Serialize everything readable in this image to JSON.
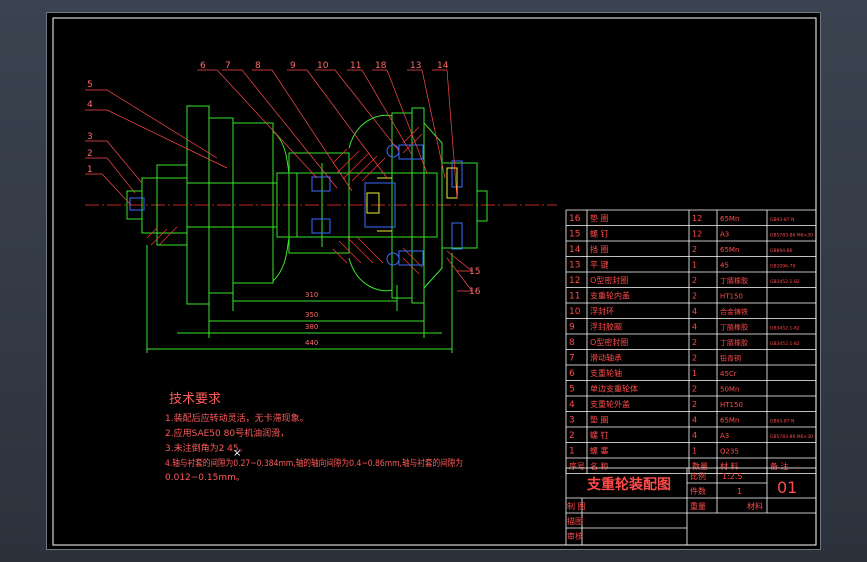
{
  "balloons": [
    "1",
    "2",
    "3",
    "4",
    "5",
    "6",
    "7",
    "8",
    "9",
    "10",
    "11",
    "18",
    "13",
    "14",
    "15",
    "16"
  ],
  "dimensions": [
    "310",
    "350",
    "380",
    "440"
  ],
  "requirements": {
    "heading": "技术要求",
    "lines": [
      "1.装配后应转动灵活，无卡滞现象。",
      "2.应用SAE50 80号机油润滑，",
      "3.未注倒角为2 45。",
      "4.轴与衬套的间隙为0.27~0.384mm,轴的轴向间隙为0.4~0.86mm,轴与衬套的间隙为",
      "0.012~0.15mm。"
    ]
  },
  "parts": [
    {
      "no": "16",
      "name": "垫  圈",
      "qty": "12",
      "mat": "65Mn",
      "note": "GB93-87 N"
    },
    {
      "no": "15",
      "name": "螺  钉",
      "qty": "12",
      "mat": "A3",
      "note": "GB5783-86 M6×30"
    },
    {
      "no": "14",
      "name": "挡  圈",
      "qty": "2",
      "mat": "65Mn",
      "note": "GB894-86"
    },
    {
      "no": "13",
      "name": "平  键",
      "qty": "1",
      "mat": "45",
      "note": "GB1096-79"
    },
    {
      "no": "12",
      "name": "O型密封圈",
      "qty": "2",
      "mat": "丁腈橡胶",
      "note": "GB3452.1-82"
    },
    {
      "no": "11",
      "name": "支重轮内盖",
      "qty": "2",
      "mat": "HT150",
      "note": ""
    },
    {
      "no": "10",
      "name": "浮封环",
      "qty": "4",
      "mat": "合金铸铁",
      "note": ""
    },
    {
      "no": "9",
      "name": "浮封胶圈",
      "qty": "4",
      "mat": "丁腈橡胶",
      "note": "GB3452.1-82"
    },
    {
      "no": "8",
      "name": "O型密封圈",
      "qty": "2",
      "mat": "丁腈橡胶",
      "note": "GB3452.1-82"
    },
    {
      "no": "7",
      "name": "滑动轴承",
      "qty": "2",
      "mat": "铅青铜",
      "note": ""
    },
    {
      "no": "6",
      "name": "支重轮轴",
      "qty": "1",
      "mat": "45Cr",
      "note": ""
    },
    {
      "no": "5",
      "name": "单边支重轮体",
      "qty": "2",
      "mat": "50Mn",
      "note": ""
    },
    {
      "no": "4",
      "name": "支重轮外盖",
      "qty": "2",
      "mat": "HT150",
      "note": ""
    },
    {
      "no": "3",
      "name": "垫  圈",
      "qty": "4",
      "mat": "65Mn",
      "note": "GB93-87 N"
    },
    {
      "no": "2",
      "name": "螺  钉",
      "qty": "4",
      "mat": "A3",
      "note": "GB5783-86 M6×30"
    },
    {
      "no": "1",
      "name": "螺  塞",
      "qty": "1",
      "mat": "Q235",
      "note": ""
    }
  ],
  "table_header": {
    "no": "序号",
    "name": "名  称",
    "qty": "数量",
    "mat": "材  料",
    "note": "备  注"
  },
  "title_block": {
    "title": "支重轮装配图",
    "scale_label": "比例",
    "scale_value": "1:2.5",
    "qty_label": "件数",
    "qty_value": "1",
    "drawing_no": "01",
    "weight_label": "重量",
    "material_label": "材料",
    "draw_label": "制  图",
    "design_label": "描图",
    "check_label": "审核"
  }
}
